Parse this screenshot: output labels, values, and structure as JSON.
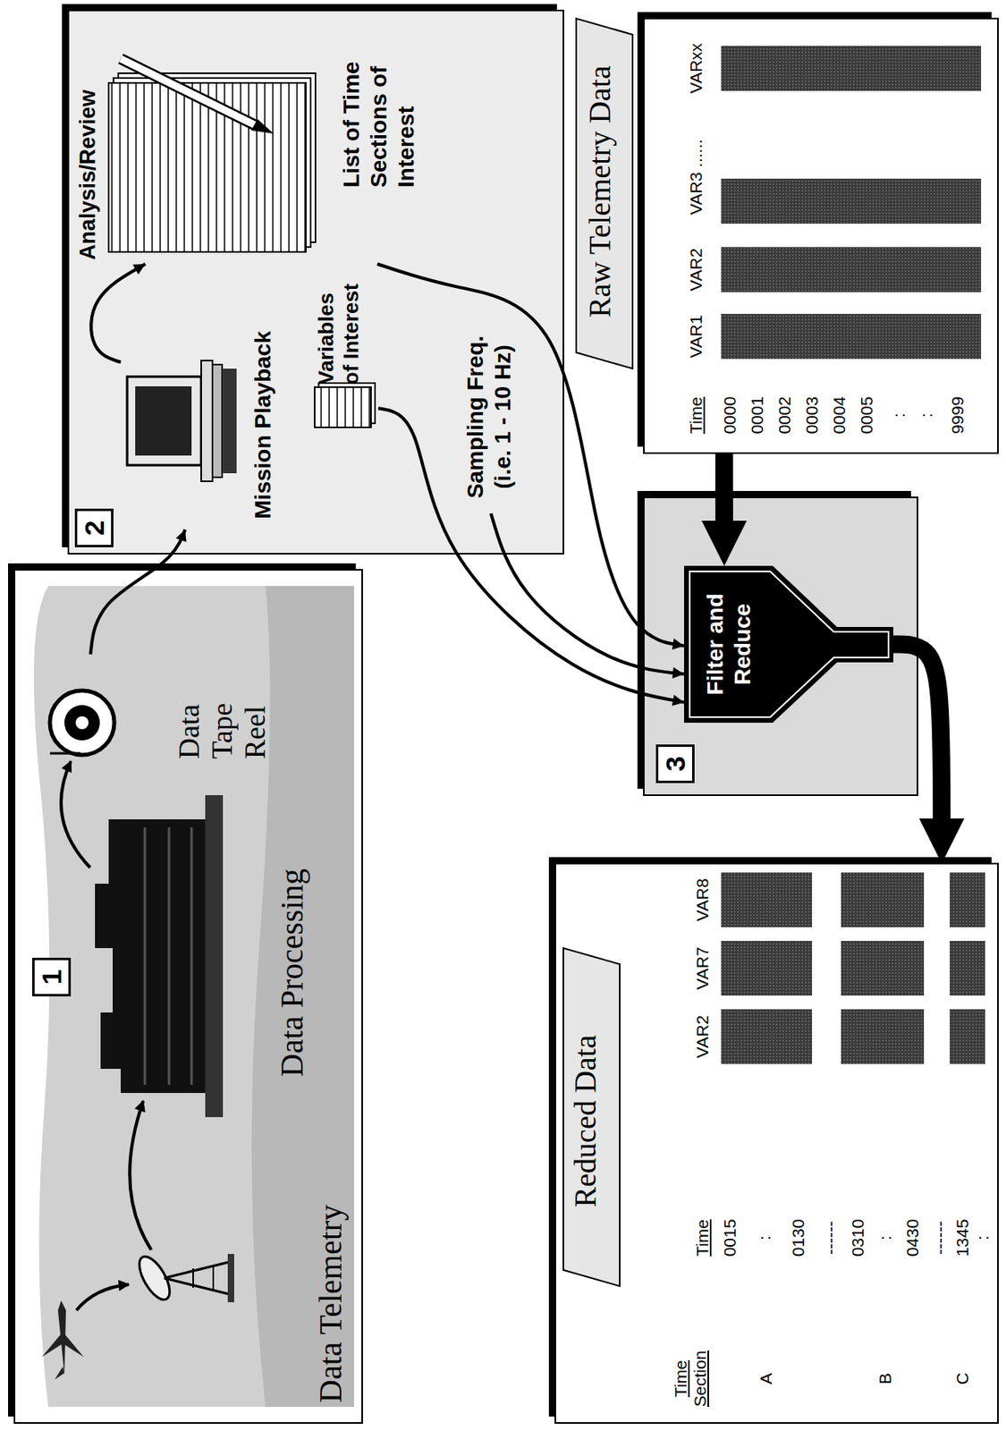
{
  "diagram": {
    "nodes": [
      {
        "text": [
          "1",
          "Data Telemetry",
          "Data Processing"
        ]
      },
      {
        "text": [
          "Data Tape Reel"
        ],
        "in": 0
      },
      {
        "text": [
          "2",
          "Analysis/Review"
        ]
      },
      {
        "text": [
          "Mission Playback"
        ],
        "in": 2
      },
      {
        "text": [
          "List of Time Sections of Interest"
        ],
        "in": 2
      },
      {
        "text": [
          "Variables of Interest"
        ],
        "in": 2
      },
      {
        "text": [
          "Sampling Freq. (i.e. 1 - 10 Hz)"
        ],
        "in": 2
      },
      {
        "text": [
          "3"
        ]
      },
      {
        "text": [
          "Filter and Reduce"
        ],
        "in": 7
      },
      {
        "text": [
          "Raw Telemetry Data"
        ]
      },
      {
        "text": [
          "Reduced Data"
        ]
      }
    ],
    "edges": [
      {
        "from": 1,
        "to": 3,
        "arrow": "to"
      },
      {
        "from": 3,
        "to": 4,
        "arrow": "to"
      },
      {
        "from": 4,
        "to": 8,
        "arrow": "to"
      },
      {
        "from": 6,
        "to": 8,
        "arrow": "to"
      },
      {
        "from": 5,
        "to": 8,
        "arrow": "to"
      },
      {
        "from": 9,
        "to": 8,
        "arrow": "to"
      },
      {
        "from": 8,
        "to": 10,
        "arrow": "to"
      }
    ],
    "labels": [
      "Time",
      "VAR1",
      "VAR2",
      "VAR3 ......",
      "VARxx",
      "0000",
      "0001",
      "0002",
      "0003",
      "0004",
      "0005",
      ":",
      ":",
      "9999",
      "Time Section",
      "Time",
      "VAR2",
      "VAR7",
      "VAR8",
      "A",
      "0015",
      ":",
      "0130",
      "------",
      "B",
      "0310",
      ":",
      "0430",
      "------",
      "C",
      "1345",
      ":"
    ]
  }
}
